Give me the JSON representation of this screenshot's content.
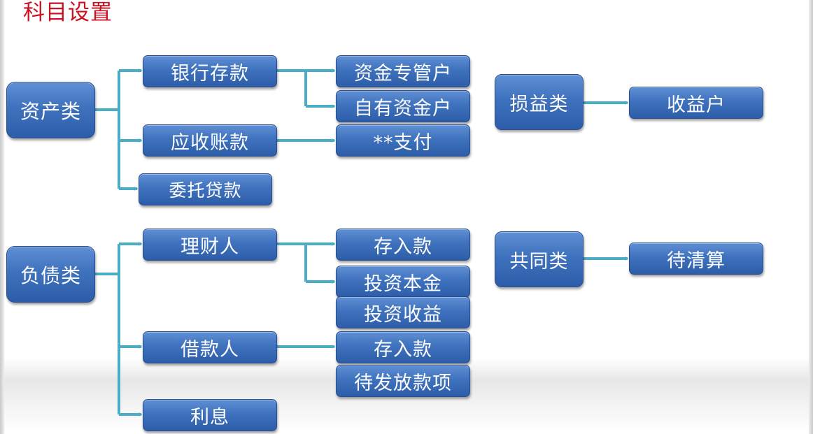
{
  "title": "科目设置",
  "colors": {
    "node": "#3f72be",
    "connector": "#4bacc6",
    "title": "#cc1122"
  },
  "nodes": {
    "asset": "资产类",
    "bank_deposit": "银行存款",
    "receivable": "应收账款",
    "entrusted_loan": "委托贷款",
    "fund_custody": "资金专管户",
    "own_fund": "自有资金户",
    "payment": "**支付",
    "profit_loss": "损益类",
    "income": "收益户",
    "liability": "负债类",
    "investor": "理财人",
    "borrower": "借款人",
    "interest": "利息",
    "investor_deposit": "存入款",
    "investor_principal": "投资本金",
    "investor_income": "投资收益",
    "borrower_deposit": "存入款",
    "pending_disburse": "待发放款项",
    "common": "共同类",
    "pending_settle": "待清算"
  }
}
